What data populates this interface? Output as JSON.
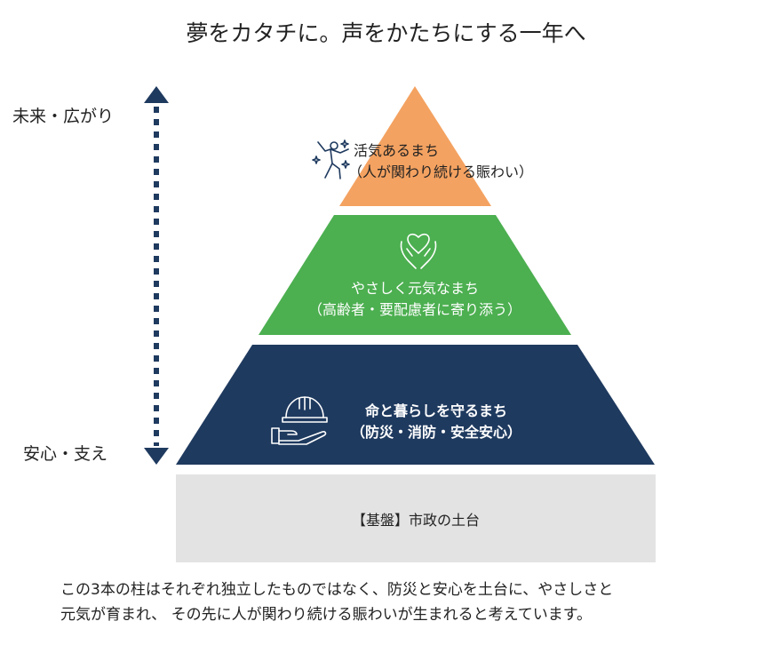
{
  "title": "夢をカタチに。声をかたちにする一年へ",
  "axis": {
    "top_label": "未来・広がり",
    "bottom_label": "安心・支え",
    "color": "#1f3a5f"
  },
  "levels": [
    {
      "line1": "活気あるまち",
      "line2": "（人が関わり続ける賑わい）",
      "color": "#f4a261",
      "text_color": "#222222",
      "icon": "jumping-person-icon"
    },
    {
      "line1": "やさしく元気なまち",
      "line2": "（高齢者・要配慮者に寄り添う）",
      "color": "#4caf50",
      "text_color": "#ffffff",
      "icon": "heart-in-hands-icon"
    },
    {
      "line1": "命と暮らしを守るまち",
      "line2": "（防災・消防・安全安心）",
      "color": "#1f3a5f",
      "text_color": "#ffffff",
      "icon": "helmet-in-hand-icon"
    }
  ],
  "foundation": {
    "label": "【基盤】市政の土台",
    "color": "#e3e3e3"
  },
  "caption": {
    "line1": "この3本の柱はそれぞれ独立したものではなく、防災と安心を土台に、やさしさと",
    "line2": "元気が育まれ、 その先に人が関わり続ける賑わいが生まれると考えています。"
  }
}
